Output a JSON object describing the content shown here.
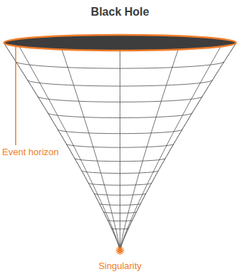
{
  "diagram": {
    "title": "Black Hole",
    "labels": [
      "Event horizon",
      "Singularity"
    ]
  }
}
